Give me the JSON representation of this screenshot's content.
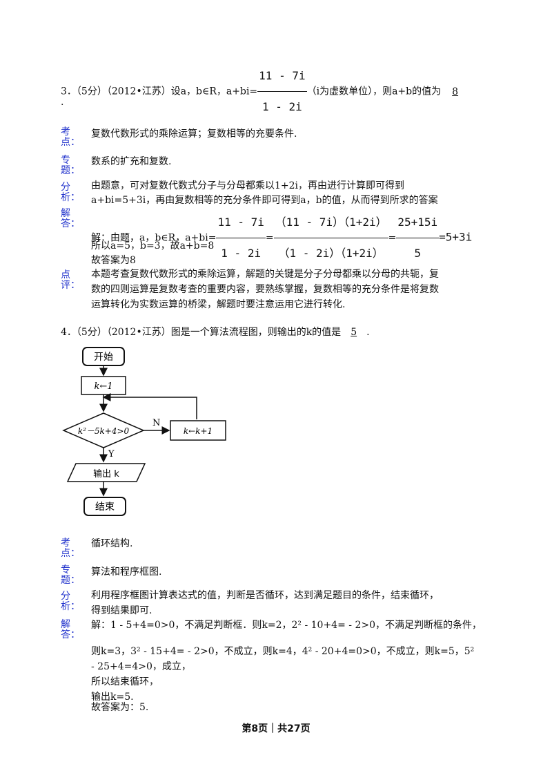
{
  "q3": {
    "prefix": "3．（5分）（2012•江苏）设a，b∈R，a+bi=",
    "frac_num": "11 - 7i",
    "frac_den": "1 - 2i",
    "suffix": "（i为虚数单位），则a+b的值为",
    "answer": "8",
    "end_dot": ".",
    "kaodian_label": [
      "考",
      "点："
    ],
    "kaodian": "复数代数形式的乘除运算；复数相等的充要条件.",
    "zhuanti_label": [
      "专",
      "题："
    ],
    "zhuanti": "数系的扩充和复数.",
    "fenxi_label": [
      "分",
      "析："
    ],
    "fenxi_1": "由题意，可对复数代数式分子与分母都乘以1+2i，再由进行计算即可得到",
    "fenxi_2": "a+bi=5+3i，再由复数相等的充分条件即可得到a，b的值，从而得到所求的答案",
    "jieda_label": [
      "解",
      "答："
    ],
    "jieda_prefix": "解：由题，a，b∈R，a+bi=",
    "f1_num": "11 - 7i",
    "f1_den": "1 - 2i",
    "eq1": "=",
    "f2_num": "（11 - 7i）（1+2i）",
    "f2_den": "（1 - 2i）（1+2i）",
    "eq2": "=",
    "f3_num": "25+15i",
    "f3_den": "5",
    "result": "=5+3i",
    "line_a": "所以a=5，b=3，故a+b=8",
    "line_b": "故答案为8",
    "dianping_label": [
      "点",
      "评："
    ],
    "dianping_1": "本题考查复数代数形式的乘除运算，解题的关键是分子分母都乘以分母的共轭，复",
    "dianping_2": "数的四则运算是复数考查的重要内容，要熟练掌握，复数相等的充分条件是将复数",
    "dianping_3": "运算转化为实数运算的桥梁，解题时要注意运用它进行转化."
  },
  "q4": {
    "prefix": "4．（5分）（2012•江苏）图是一个算法流程图，则输出的k的值是",
    "answer": "5",
    "end_dot": ".",
    "flow": {
      "start": "开始",
      "init": "k←1",
      "cond": "k²－5k+4>0",
      "no": "N",
      "yes": "Y",
      "update": "k←k+1",
      "output": "输出 k",
      "end": "结束"
    },
    "kaodian_label": [
      "考",
      "点："
    ],
    "kaodian": "循环结构.",
    "zhuanti_label": [
      "专",
      "题："
    ],
    "zhuanti": "算法和程序框图.",
    "fenxi_label": [
      "分",
      "析："
    ],
    "fenxi_1": "利用程序框图计算表达式的值，判断是否循环，达到满足题目的条件，结束循环，",
    "fenxi_2": "得到结果即可.",
    "jieda_label": [
      "解",
      "答："
    ],
    "j1": "解：1 - 5+4=0>0，不满足判断框．则k=2，2² - 10+4= - 2>0，不满足判断框的条件，",
    "j2": "则k=3，3² - 15+4= - 2>0，不成立，则k=4，4² - 20+4=0>0，不成立，则k=5，5²",
    "j3": " - 25+4=4>0，成立，",
    "j4": "所以结束循环，",
    "j5": "输出k=5.",
    "j6": "故答案为：5."
  },
  "footer": "第8页｜共27页"
}
